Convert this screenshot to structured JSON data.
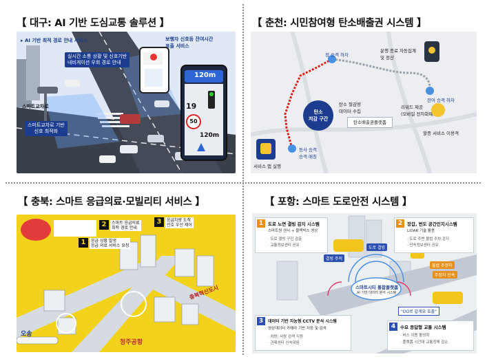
{
  "titles": {
    "daegu": "【 대구: AI 기반 도심교통 솔루션 】",
    "chuncheon": "【 춘천: 시민참여형 탄소배출권 시스템 】",
    "chungbuk": "【 충북: 스마트 응급의료·모빌리티 서비스 】",
    "pohang": "【 포항: 스마트 도로안전 시스템 】"
  },
  "daegu": {
    "route_label": "AI 기반 최적 경로 안내 서비스",
    "realtime_bubble": "실시간 소통 상황 및 신호기반\n내비게이션 우회 경로 안내",
    "pedestrian_label": "보행자 신호등 잔여시간\n표출 서비스",
    "smart_intersection": "스마트교차로",
    "signal_bubble": "스마트교차로 기반\n신호 최적화",
    "phone_distance": "120m",
    "phone_distance2": "120m",
    "phone_speed": "50",
    "phone_count": "19"
  },
  "chuncheon": {
    "start_label": "정 승객 하차",
    "boarding_label": "운행 종료 자동집계\n및 정산",
    "top_right_label": "잔여 승객 하차",
    "center_circle": "탄소\n저감 구간",
    "data_label": "탄소 절감량\n데이터 수집",
    "platform_label": "탄소배출권플랫폼",
    "reward_label": "리워드 제공\n(모바일 전자화폐)",
    "service_label": "할증 서비스 이용객",
    "passenger_label": "동사 승객\n승객 매칭",
    "app_label": "서비스 앱 실행"
  },
  "chungbuk": {
    "step1_num": "1",
    "step2_num": "2",
    "step3_num": "3",
    "step1_text": "응급 상황 발생\n응급 의료 서비스 요청",
    "step2_text": "스마트 응급의료\n최적 경로 안내",
    "step3_text": "응급차량 도착\n신호 우선 제어",
    "area_label": "청주공항",
    "station_label": "오송",
    "district_label": "충북혁신도시"
  },
  "pohang": {
    "box1_num": "1",
    "box1_title": "도로 노면 결빙 감지 시스템",
    "box1_sub": "스마트원 센서 + 블랙박스 영상",
    "box1_line1": "· 도로 결빙 구간 검출",
    "box1_line2": "· 교통정보센터 공유",
    "box2_num": "2",
    "box2_title": "장갑, 번도 공간인지시스템",
    "box2_sub": "LiDAR 기술 활용",
    "box2_line1": "· 도로 주변 불법 주차 감지",
    "box2_line2": "· 단속정보센터 공유",
    "box3_num": "3",
    "box3_title": "데이터 기반 지능형 CCTV 분석 시스템",
    "box3_sub": "영상데이터 카메라 기반 저장 및 검색",
    "box3_line1": "· 차량, 사람 검색 지원",
    "box3_line2": "· 관제센터 신속대응",
    "box4_num": "4",
    "box4_title": "수요 응답형 교통 시스템",
    "box4_line1": "· 버스 이용 활성화",
    "box4_line2": "· 플랫폼 시간대 교통정체 감소",
    "center_label": "스마트시티 통합플랫폼",
    "center_sub": "AI 기반 데이터 분석 시스템",
    "tag_a": "도로 결빙",
    "tag_b": "결빙 주의",
    "tag_c": "불법 주정차",
    "tag_d": "주정차 단속",
    "demand_label": "\"OO로 갈게요 호출\""
  },
  "colors": {
    "daegu_road": "#3a3f4c",
    "daegu_sky": "#dfe8f4",
    "accent_blue": "#1b3c8f",
    "chuncheon_route": "#e02020",
    "chungbuk_bg": "#f2d21a",
    "pohang_orange": "#e8901a",
    "pohang_bg": "#ececec"
  }
}
